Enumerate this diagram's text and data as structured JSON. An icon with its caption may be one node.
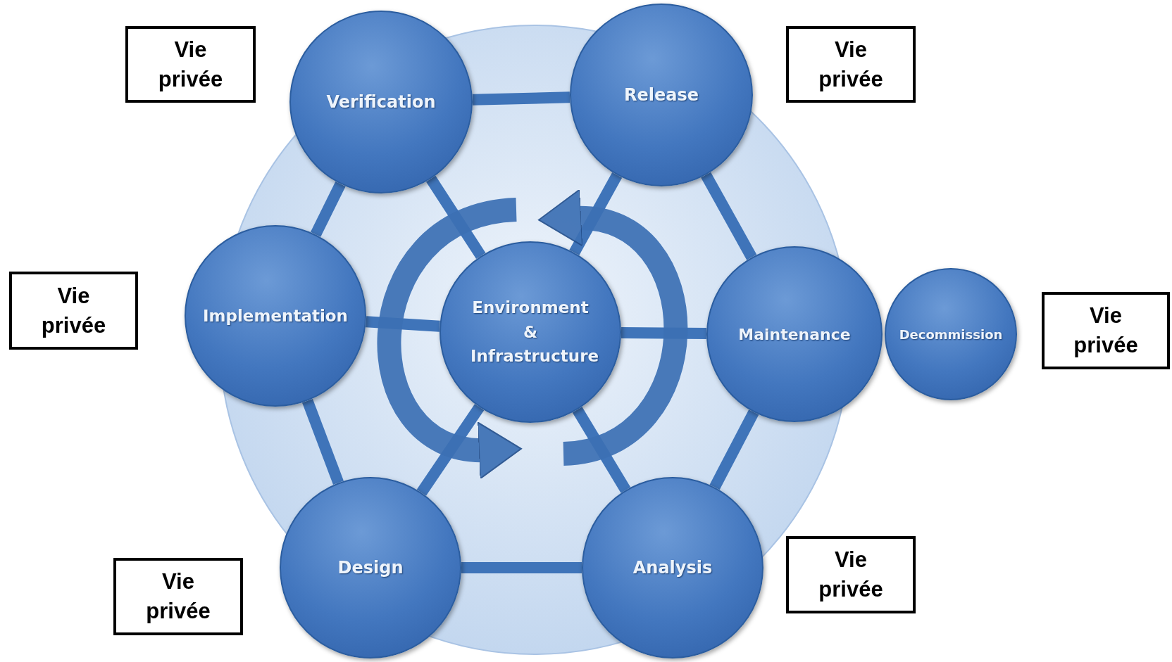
{
  "diagram": {
    "nodes": [
      {
        "text": [
          "Vie privée"
        ]
      },
      {
        "text": [
          "Verification"
        ]
      },
      {
        "text": [
          "Release"
        ]
      },
      {
        "text": [
          "Vie privée"
        ]
      },
      {
        "text": [
          "Vie privée"
        ]
      },
      {
        "text": [
          "Implementation"
        ]
      },
      {
        "text": [
          "Environment & Infrastructure"
        ]
      },
      {
        "text": [
          "Maintenance"
        ]
      },
      {
        "text": [
          "Decommission"
        ]
      },
      {
        "text": [
          "Vie privée"
        ]
      },
      {
        "text": [
          "Design"
        ]
      },
      {
        "text": [
          "Analysis"
        ]
      },
      {
        "text": [
          "Vie privée"
        ]
      },
      {
        "text": [
          "Vie privée"
        ]
      }
    ],
    "edges": [
      {
        "from": 1,
        "to": 2,
        "arrow": "none"
      },
      {
        "from": 2,
        "to": 7,
        "arrow": "none"
      },
      {
        "from": 7,
        "to": 11,
        "arrow": "none"
      },
      {
        "from": 11,
        "to": 10,
        "arrow": "none"
      },
      {
        "from": 10,
        "to": 5,
        "arrow": "none"
      },
      {
        "from": 5,
        "to": 1,
        "arrow": "none"
      },
      {
        "from": 6,
        "to": 1,
        "arrow": "none"
      },
      {
        "from": 6,
        "to": 2,
        "arrow": "none"
      },
      {
        "from": 6,
        "to": 5,
        "arrow": "none"
      },
      {
        "from": 6,
        "to": 7,
        "arrow": "none"
      },
      {
        "from": 6,
        "to": 10,
        "arrow": "none"
      },
      {
        "from": 6,
        "to": 11,
        "arrow": "none"
      }
    ]
  }
}
